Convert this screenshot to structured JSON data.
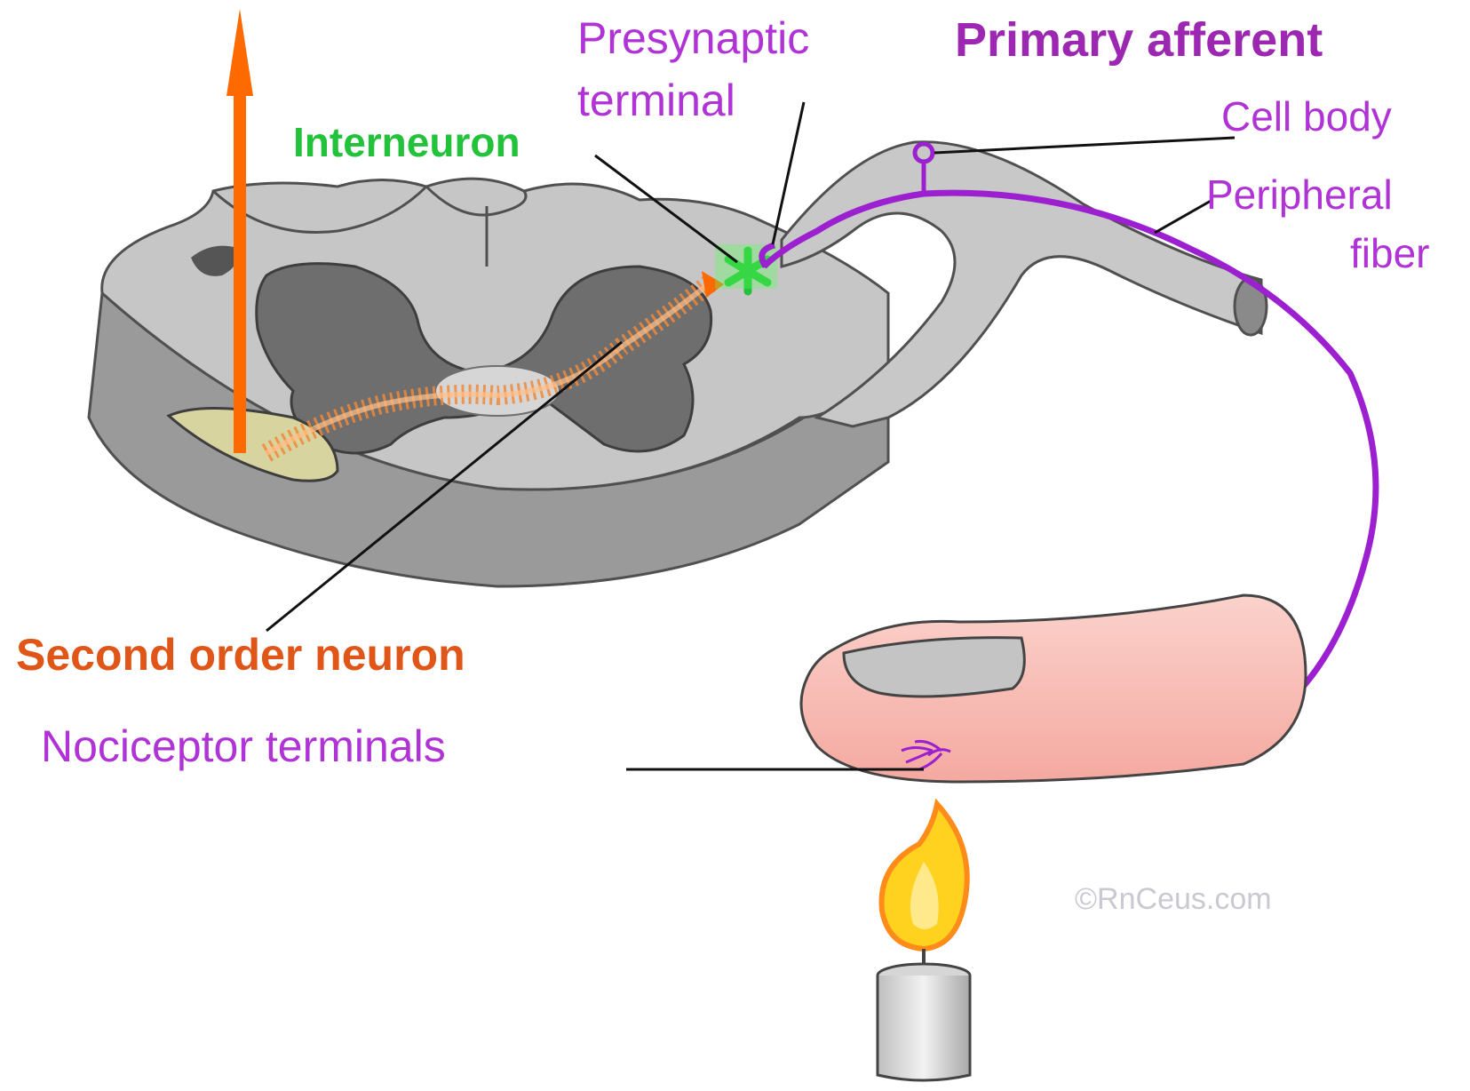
{
  "labels": {
    "primary_afferent": "Primary afferent",
    "presynaptic_line1": "Presynaptic",
    "presynaptic_line2": "terminal",
    "interneuron": "Interneuron",
    "cell_body": "Cell body",
    "peripheral_line1": "Peripheral",
    "peripheral_line2": "fiber",
    "second_order_neuron": "Second order neuron",
    "nociceptor_terminals": "Nociceptor terminals",
    "copyright": "©RnCeus.com"
  },
  "colors": {
    "primary_afferent_text": "#9c27b0",
    "label_purple": "#b033d6",
    "nerve_fiber": "#9c1fd0",
    "interneuron_green": "#22c23a",
    "second_order_orange": "#e05518",
    "ascending_arrow": "#ff6a00",
    "spinal_white_matter": "#c8c8c8",
    "spinal_grey_matter": "#6e6e6e",
    "finger_skin": "#f7b8b0",
    "flame_yellow": "#ffd21f",
    "flame_outline": "#ff8c1a"
  },
  "icons": {
    "stimulus": "candle-flame-icon",
    "signal_direction": "up-arrow-icon",
    "synapse": "asterisk-icon"
  }
}
